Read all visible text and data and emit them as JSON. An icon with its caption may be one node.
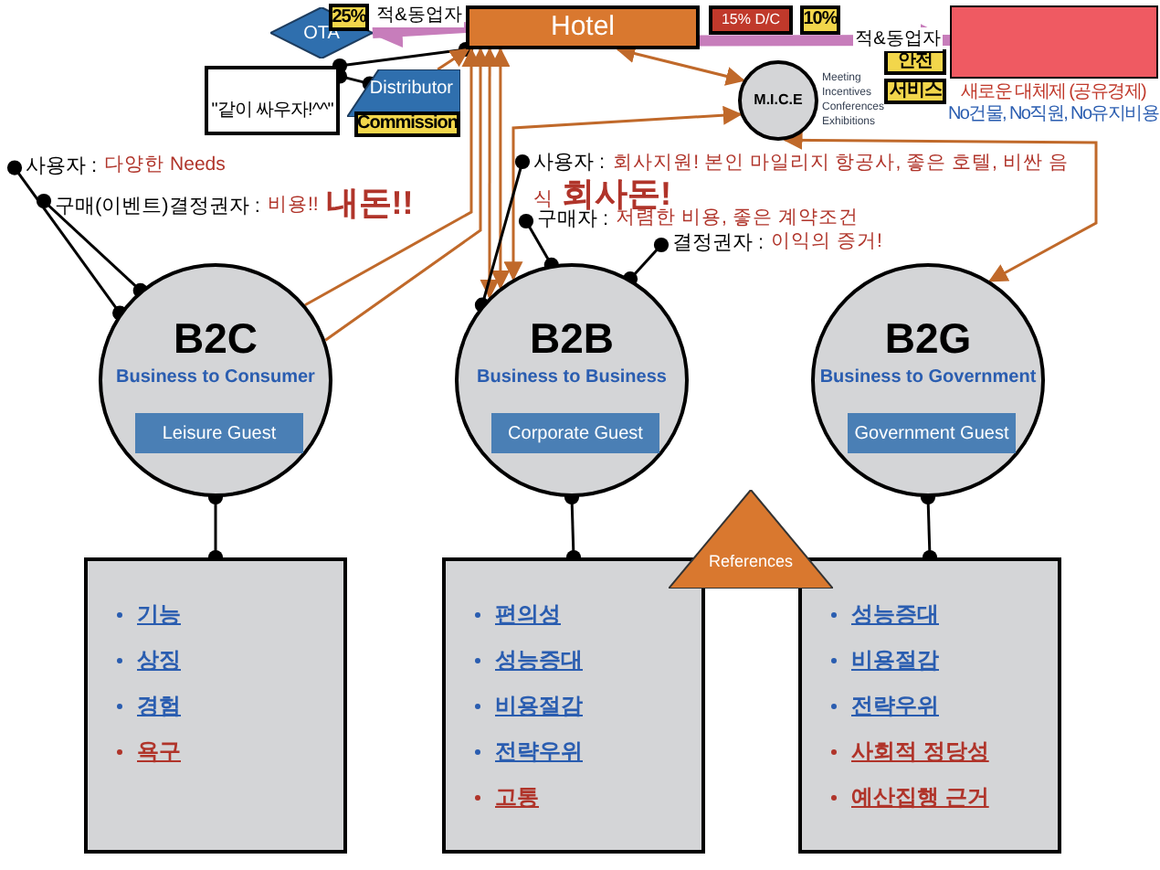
{
  "diagram": {
    "nodes": [
      {
        "text": [
          "OTA"
        ]
      },
      {
        "text": [
          "25%"
        ]
      },
      {
        "text": [
          "Hotel"
        ]
      },
      {
        "text": [
          "15% D/C"
        ]
      },
      {
        "text": [
          "10%"
        ]
      },
      {
        "text": [],
        "shape": "box",
        "beside": [
          "새로운 대체제 (공유경제)",
          "No건물, No직원, No유지비용"
        ]
      },
      {
        "text": [
          "\"같이 싸우자!^^\""
        ]
      },
      {
        "text": [
          "Distributor"
        ]
      },
      {
        "text": [
          "Commission"
        ]
      },
      {
        "text": [
          "M.I.C.E"
        ],
        "beside": [
          "Meeting Incentives Conferences Exhibitions"
        ]
      },
      {
        "text": [
          "안전"
        ]
      },
      {
        "text": [
          "서비스"
        ]
      },
      {
        "text": [
          "사용자 :",
          "다양한 Needs"
        ]
      },
      {
        "text": [
          "구매(이벤트)결정권자 :",
          "비용!!",
          "내돈!!"
        ]
      },
      {
        "text": [
          "사용자 :",
          "회사지원! 본인 마일리지 항공사, 좋은 호텔, 비싼 음식",
          "회사돈!"
        ]
      },
      {
        "text": [
          "구매자 :",
          "저렴한 비용, 좋은 계약조건"
        ]
      },
      {
        "text": [
          "결정권자 :",
          "이익의 증거!"
        ]
      },
      {
        "text": [
          "B2C",
          "Business to Consumer"
        ]
      },
      {
        "text": [
          "Leisure Guest"
        ],
        "in": 17
      },
      {
        "text": [
          "B2B",
          "Business to Business"
        ]
      },
      {
        "text": [
          "Corporate Guest"
        ],
        "in": 19
      },
      {
        "text": [
          "B2G",
          "Business to Government"
        ]
      },
      {
        "text": [
          "Government Guest"
        ],
        "in": 21
      },
      {
        "text": [
          "기능",
          "상징",
          "경험",
          "욕구"
        ]
      },
      {
        "text": [
          "편의성",
          "성능증대",
          "비용절감",
          "전략우위",
          "고통"
        ]
      },
      {
        "text": [
          "성능증대",
          "비용절감",
          "전략우위",
          "사회적 정당성",
          "예산집행 근거"
        ]
      },
      {
        "text": [
          "References"
        ]
      }
    ],
    "edges": [
      {
        "from": 2,
        "to": 0,
        "arrow": "to",
        "label": "적&동업자",
        "style": "thick",
        "color": "#c77dbb"
      },
      {
        "from": 2,
        "to": 5,
        "arrow": "to",
        "label": "적&동업자",
        "style": "thick",
        "color": "#c77dbb"
      },
      {
        "from": 2,
        "to": 6,
        "arrow": "other"
      },
      {
        "from": 6,
        "to": 7,
        "arrow": "other"
      },
      {
        "from": 7,
        "to": 2,
        "arrow": "to",
        "color": "#c0692a"
      },
      {
        "from": 17,
        "to": 2,
        "arrow": "to",
        "color": "#c0692a"
      },
      {
        "from": 17,
        "to": 2,
        "arrow": "to",
        "color": "#c0692a"
      },
      {
        "from": 19,
        "to": 2,
        "arrow": "both",
        "color": "#c0692a"
      },
      {
        "from": 19,
        "to": 2,
        "arrow": "both",
        "color": "#c0692a"
      },
      {
        "from": 9,
        "to": 2,
        "arrow": "both",
        "color": "#c0692a"
      },
      {
        "from": 9,
        "to": 19,
        "arrow": "both",
        "color": "#c0692a"
      },
      {
        "from": 9,
        "to": 21,
        "arrow": "both",
        "color": "#c0692a"
      },
      {
        "from": 12,
        "to": 17,
        "arrow": "other"
      },
      {
        "from": 13,
        "to": 17,
        "arrow": "other"
      },
      {
        "from": 14,
        "to": 19,
        "arrow": "other"
      },
      {
        "from": 15,
        "to": 19,
        "arrow": "other"
      },
      {
        "from": 16,
        "to": 19,
        "arrow": "other"
      },
      {
        "from": 17,
        "to": 23,
        "arrow": "other"
      },
      {
        "from": 19,
        "to": 24,
        "arrow": "other"
      },
      {
        "from": 21,
        "to": 25,
        "arrow": "other"
      }
    ]
  }
}
